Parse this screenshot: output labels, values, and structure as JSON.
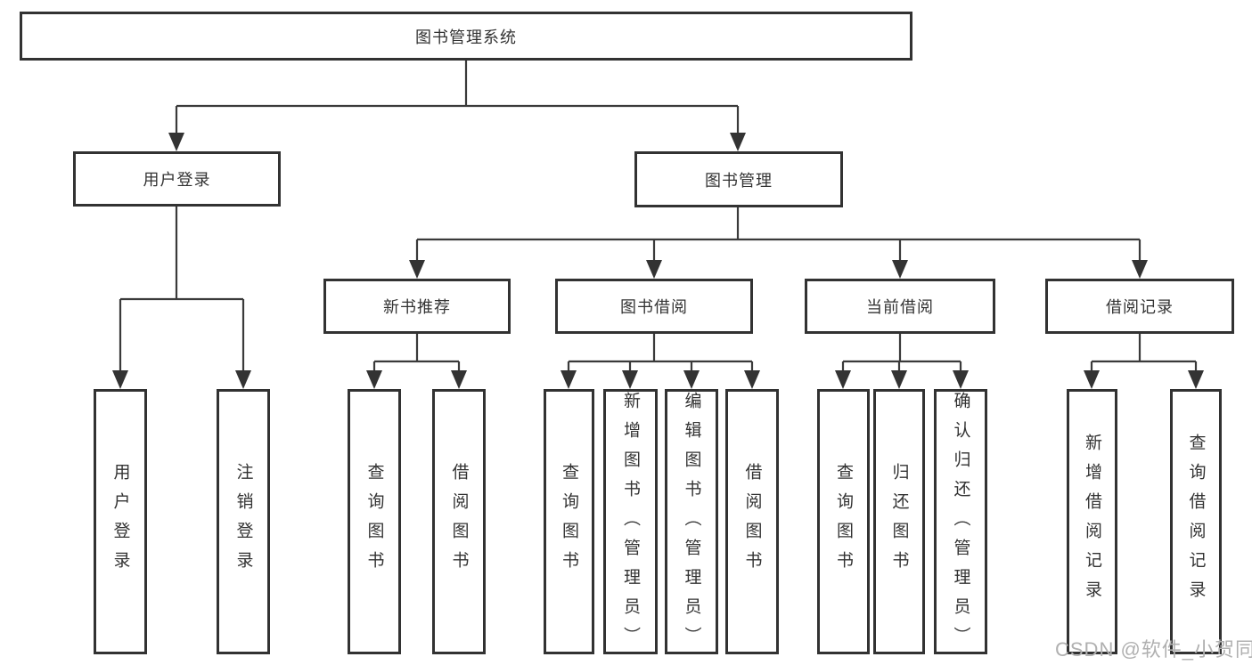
{
  "colors": {
    "line": "#3a3a3a",
    "box_border": "#323232",
    "text": "#333333",
    "watermark": "#b0b0b0",
    "background": "#ffffff"
  },
  "tree": {
    "root": {
      "label": "图书管理系统"
    },
    "level2": [
      {
        "label": "用户登录"
      },
      {
        "label": "图书管理"
      }
    ],
    "level3": [
      {
        "label": "新书推荐",
        "parent": "图书管理"
      },
      {
        "label": "图书借阅",
        "parent": "图书管理"
      },
      {
        "label": "当前借阅",
        "parent": "图书管理"
      },
      {
        "label": "借阅记录",
        "parent": "图书管理"
      }
    ],
    "leaves": [
      {
        "label": "用户登录",
        "parent": "用户登录"
      },
      {
        "label": "注销登录",
        "parent": "用户登录"
      },
      {
        "label": "查询图书",
        "parent": "新书推荐"
      },
      {
        "label": "借阅图书",
        "parent": "新书推荐"
      },
      {
        "label": "查询图书",
        "parent": "图书借阅"
      },
      {
        "label": "新增图书（管理员）",
        "parent": "图书借阅"
      },
      {
        "label": "编辑图书（管理员）",
        "parent": "图书借阅"
      },
      {
        "label": "借阅图书",
        "parent": "图书借阅"
      },
      {
        "label": "查询图书",
        "parent": "当前借阅"
      },
      {
        "label": "归还图书",
        "parent": "当前借阅"
      },
      {
        "label": "确认归还（管理员）",
        "parent": "当前借阅"
      },
      {
        "label": "新增借阅记录",
        "parent": "借阅记录"
      },
      {
        "label": "查询借阅记录",
        "parent": "借阅记录"
      }
    ]
  },
  "watermark": {
    "text": "CSDN @软件_小贺同学"
  }
}
